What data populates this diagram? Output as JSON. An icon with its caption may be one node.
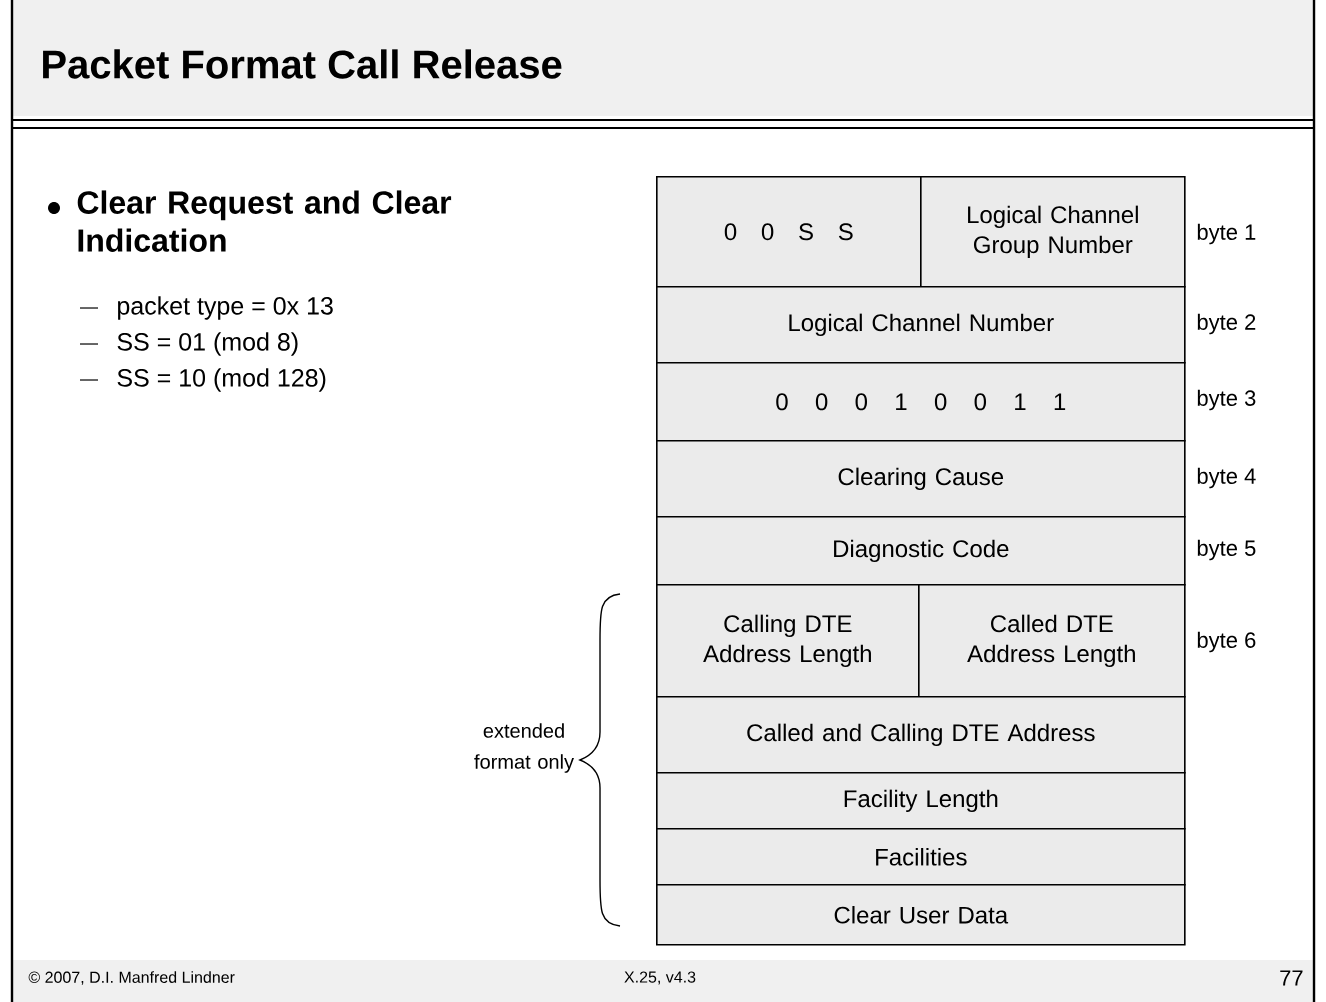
{
  "diagram": {
    "title": "Packet Format Call Release",
    "nodes": [
      {
        "text": [
          "0 0 S S"
        ]
      },
      {
        "text": [
          "Logical Channel Group Number"
        ]
      },
      {
        "text": [
          "Logical Channel Number"
        ]
      },
      {
        "text": [
          "0 0 0 1 0 0 1 1"
        ]
      },
      {
        "text": [
          "Clearing Cause"
        ]
      },
      {
        "text": [
          "Diagnostic Code"
        ]
      },
      {
        "text": [
          "Calling DTE Address Length"
        ]
      },
      {
        "text": [
          "Called DTE Address Length"
        ]
      },
      {
        "text": [
          "Called and Calling DTE Address"
        ]
      },
      {
        "text": [
          "Facility Length"
        ]
      },
      {
        "text": [
          "Facilities"
        ]
      },
      {
        "text": [
          "Clear User Data"
        ]
      }
    ],
    "edges": [],
    "labels": [
      "Clear Request and Clear Indication",
      "packet type = 0x 13",
      "SS = 01 (mod 8)",
      "SS = 10 (mod 128)",
      "byte 1",
      "byte 2",
      "byte 3",
      "byte 4",
      "byte 5",
      "byte 6",
      "extended format only",
      "© 2007, D.I. Manfred Lindner",
      "X.25,  v4.3",
      "77"
    ]
  }
}
